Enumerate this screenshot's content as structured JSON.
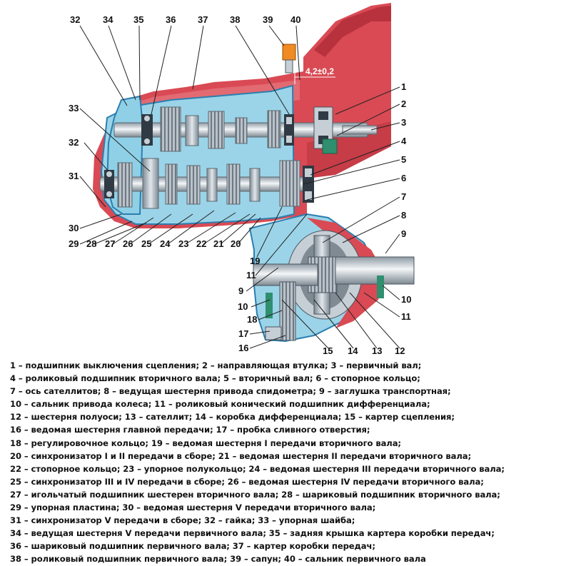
{
  "diagram": {
    "dimension_label": "4,2±0,2",
    "colors": {
      "housing": "#d94a54",
      "housing_dark": "#b8323d",
      "cavity": "#8fd0e6",
      "gear": "#c7cfd6",
      "gear_dark": "#7f8a93",
      "shaft": "#dfe6ec",
      "breather": "#f08a22",
      "seal": "#2f8f6e"
    },
    "callouts_top": [
      {
        "id": "c32t",
        "text": "32"
      },
      {
        "id": "c34",
        "text": "34"
      },
      {
        "id": "c35",
        "text": "35"
      },
      {
        "id": "c36",
        "text": "36"
      },
      {
        "id": "c37",
        "text": "37"
      },
      {
        "id": "c38",
        "text": "38"
      },
      {
        "id": "c39",
        "text": "39"
      },
      {
        "id": "c40",
        "text": "40"
      }
    ],
    "callouts_left": [
      {
        "id": "c33",
        "text": "33"
      },
      {
        "id": "c32l",
        "text": "32"
      },
      {
        "id": "c31",
        "text": "31"
      },
      {
        "id": "c30",
        "text": "30"
      },
      {
        "id": "c19",
        "text": "19"
      },
      {
        "id": "c11l",
        "text": "11"
      },
      {
        "id": "c9l",
        "text": "9"
      },
      {
        "id": "c10l",
        "text": "10"
      },
      {
        "id": "c18",
        "text": "18"
      },
      {
        "id": "c17",
        "text": "17"
      },
      {
        "id": "c16",
        "text": "16"
      }
    ],
    "callouts_bottom": [
      {
        "id": "c29",
        "text": "29"
      },
      {
        "id": "c28",
        "text": "28"
      },
      {
        "id": "c27",
        "text": "27"
      },
      {
        "id": "c26",
        "text": "26"
      },
      {
        "id": "c25",
        "text": "25"
      },
      {
        "id": "c24",
        "text": "24"
      },
      {
        "id": "c23",
        "text": "23"
      },
      {
        "id": "c22",
        "text": "22"
      },
      {
        "id": "c21",
        "text": "21"
      },
      {
        "id": "c20",
        "text": "20"
      },
      {
        "id": "c15",
        "text": "15"
      },
      {
        "id": "c14",
        "text": "14"
      },
      {
        "id": "c13",
        "text": "13"
      },
      {
        "id": "c12b",
        "text": "12"
      }
    ],
    "callouts_right": [
      {
        "id": "c1",
        "text": "1"
      },
      {
        "id": "c2",
        "text": "2"
      },
      {
        "id": "c3",
        "text": "3"
      },
      {
        "id": "c4",
        "text": "4"
      },
      {
        "id": "c5",
        "text": "5"
      },
      {
        "id": "c6",
        "text": "6"
      },
      {
        "id": "c7",
        "text": "7"
      },
      {
        "id": "c8",
        "text": "8"
      },
      {
        "id": "c9r",
        "text": "9"
      },
      {
        "id": "c10r",
        "text": "10"
      },
      {
        "id": "c11r",
        "text": "11"
      }
    ]
  },
  "legend": [
    "1 – подшипник выключения сцепления; 2 – направляющая втулка; 3 – первичный вал;",
    "4 – роликовый подшипник вторичного вала; 5 – вторичный вал; 6 – стопорное кольцо;",
    "7 – ось сателлитов; 8 – ведущая шестерня привода спидометра; 9 – заглушка транспортная;",
    "10 – сальник привода колеса; 11 – роликовый конический подшипник дифференциала;",
    "12 – шестерня полуоси; 13 – сателлит; 14 – коробка дифференциала; 15 – картер сцепления;",
    "16 – ведомая шестерня главной передачи; 17 – пробка сливного отверстия;",
    "18 – регулировочное кольцо; 19 – ведомая шестерня I передачи вторичного вала;",
    "20 – синхронизатор I и II передачи в сборе; 21 – ведомая шестерня II передачи вторичного вала;",
    "22 – стопорное кольцо; 23 – упорное полукольцо; 24 – ведомая шестерня III передачи вторичного вала;",
    "25 – синхронизатор III и IV передачи в сборе; 26 – ведомая шестерня IV передачи вторичного вала;",
    "27 – игольчатый подшипник шестерен вторичного вала; 28 – шариковый подшипник вторичного вала;",
    "29 – упорная пластина; 30 – ведомая шестерня V передачи вторичного вала;",
    "31 – синхронизатор V передачи в сборе; 32 – гайка; 33 – упорная шайба;",
    "34 – ведущая шестерня V передачи первичного вала; 35 – задняя крышка картера коробки передач;",
    "36 – шариковый подшипник первичного вала; 37 – картер коробки передач;",
    "38 – роликовый подшипник первичного вала; 39 – сапун; 40 – сальник первичного вала"
  ]
}
